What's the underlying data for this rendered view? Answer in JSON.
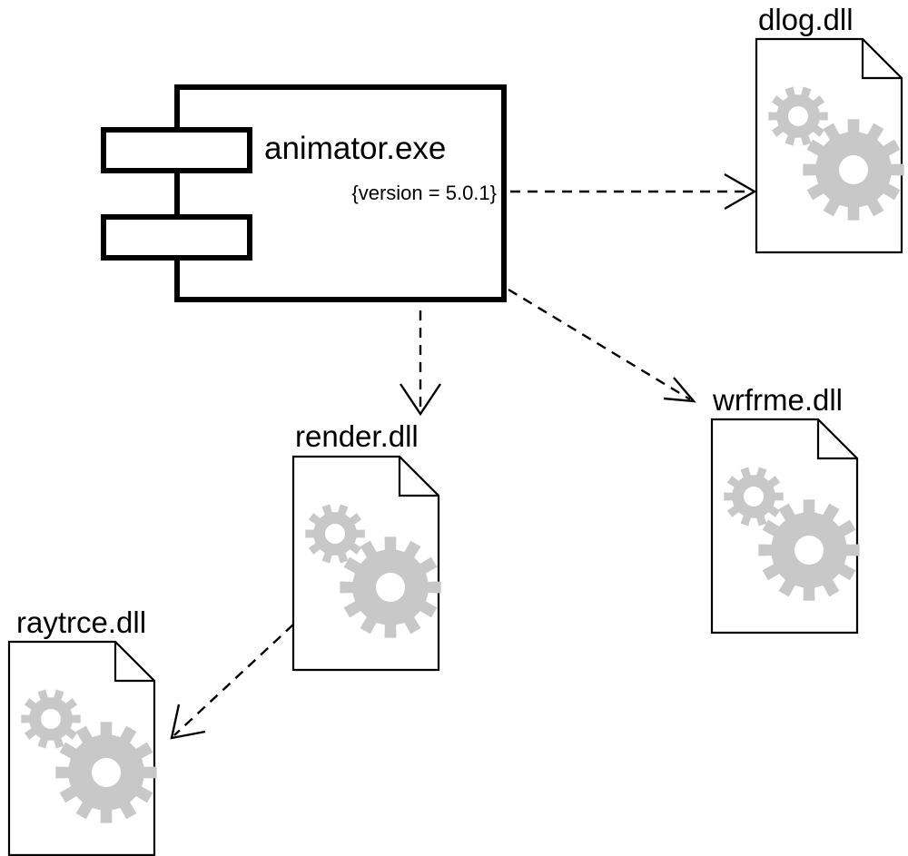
{
  "diagram": {
    "component": {
      "name": "animator.exe",
      "tagged_value": "{version = 5.0.1}"
    },
    "artifacts": {
      "dlog": {
        "name": "dlog.dll"
      },
      "render": {
        "name": "render.dll"
      },
      "wrfrme": {
        "name": "wrfrme.dll"
      },
      "raytrce": {
        "name": "raytrce.dll"
      }
    },
    "dependencies": [
      {
        "from": "animator.exe",
        "to": "dlog.dll"
      },
      {
        "from": "animator.exe",
        "to": "render.dll"
      },
      {
        "from": "animator.exe",
        "to": "wrfrme.dll"
      },
      {
        "from": "render.dll",
        "to": "raytrce.dll"
      }
    ]
  },
  "colors": {
    "line": "#000000",
    "paper": "#ffffff",
    "gear": "#c8c8c8"
  },
  "icons": {
    "artifact": "document-gears-icon",
    "component": "component-icon"
  }
}
